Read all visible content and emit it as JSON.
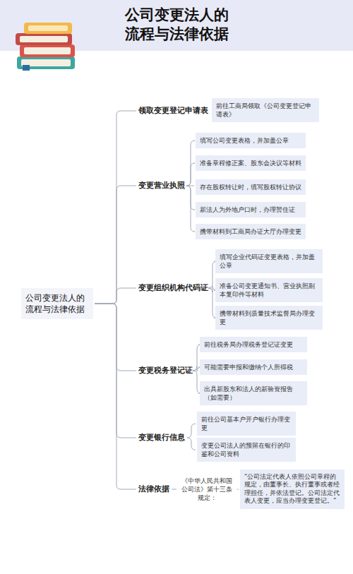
{
  "diagram": {
    "title": "公司变更法人的 流程与法律依据",
    "nodes": [
      {
        "text": [
          "公司变更法人的 流程与法律依据"
        ]
      },
      {
        "text": [
          "领取变更登记申请表"
        ]
      },
      {
        "text": [
          "前往工商局领取《公司变更登记申请表》"
        ]
      },
      {
        "text": [
          "变更营业执照"
        ]
      },
      {
        "text": [
          "填写公司变更表格，并加盖公章"
        ]
      },
      {
        "text": [
          "准备章程修正案、股东会决议等材料"
        ]
      },
      {
        "text": [
          "存在股权转让时，填写股权转让协议"
        ]
      },
      {
        "text": [
          "新法人为外地户口时，办理暂住证"
        ]
      },
      {
        "text": [
          "携带材料到工商局办证大厅办理变更"
        ]
      },
      {
        "text": [
          "变更组织机构代码证"
        ]
      },
      {
        "text": [
          "填写企业代码证变更表格，并加盖公章"
        ]
      },
      {
        "text": [
          "准备公司变更通知书、营业执照副本复印件等材料"
        ]
      },
      {
        "text": [
          "携带材料到质量技术监督局办理变更"
        ]
      },
      {
        "text": [
          "变更税务登记证"
        ]
      },
      {
        "text": [
          "前往税务局办理税务登记证变更"
        ]
      },
      {
        "text": [
          "可能需要申报和缴纳个人所得税"
        ]
      },
      {
        "text": [
          "出具新股东和法人的新验资报告（如需要）"
        ]
      },
      {
        "text": [
          "变更银行信息"
        ]
      },
      {
        "text": [
          "前往公司基本户开户银行办理变更"
        ]
      },
      {
        "text": [
          "变更公司法人的预留在银行的印鉴和公司资料"
        ]
      },
      {
        "text": [
          "法律依据"
        ]
      },
      {
        "text": [
          "《中华人民共和国公司法》第十三条规定："
        ]
      },
      {
        "text": [
          "“公司法定代表人依照公司章程的规定，由董事长、执行董事或者经理担任，并依法登记。公司法定代表人变更，应当办理变更登记。”"
        ]
      }
    ],
    "edges": [
      {
        "from": 0,
        "to": 1,
        "arrow": "none"
      },
      {
        "from": 0,
        "to": 3,
        "arrow": "none"
      },
      {
        "from": 0,
        "to": 9,
        "arrow": "none"
      },
      {
        "from": 0,
        "to": 13,
        "arrow": "none"
      },
      {
        "from": 0,
        "to": 17,
        "arrow": "none"
      },
      {
        "from": 0,
        "to": 20,
        "arrow": "none"
      },
      {
        "from": 1,
        "to": 2,
        "arrow": "none"
      },
      {
        "from": 3,
        "to": 4,
        "arrow": "none"
      },
      {
        "from": 3,
        "to": 5,
        "arrow": "none"
      },
      {
        "from": 3,
        "to": 6,
        "arrow": "none"
      },
      {
        "from": 3,
        "to": 7,
        "arrow": "none"
      },
      {
        "from": 3,
        "to": 8,
        "arrow": "none"
      },
      {
        "from": 9,
        "to": 10,
        "arrow": "none"
      },
      {
        "from": 9,
        "to": 11,
        "arrow": "none"
      },
      {
        "from": 9,
        "to": 12,
        "arrow": "none"
      },
      {
        "from": 13,
        "to": 14,
        "arrow": "none"
      },
      {
        "from": 13,
        "to": 15,
        "arrow": "none"
      },
      {
        "from": 13,
        "to": 16,
        "arrow": "none"
      },
      {
        "from": 17,
        "to": 18,
        "arrow": "none"
      },
      {
        "from": 17,
        "to": 19,
        "arrow": "none"
      },
      {
        "from": 20,
        "to": 21,
        "arrow": "none"
      },
      {
        "from": 21,
        "to": 22,
        "arrow": "none"
      }
    ]
  }
}
